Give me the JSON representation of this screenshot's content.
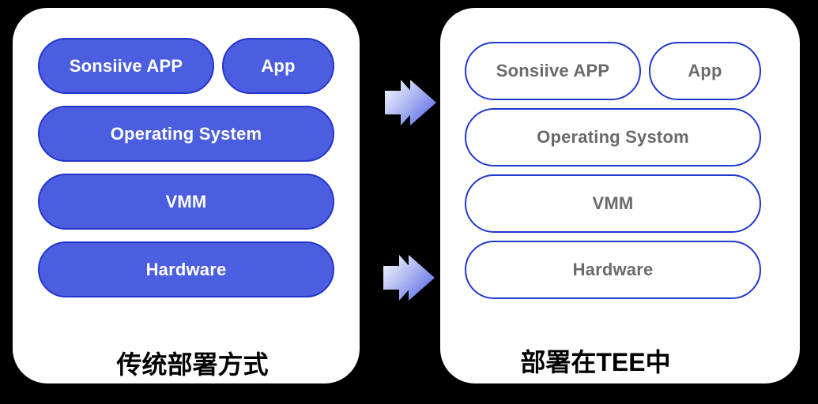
{
  "diagram": {
    "left_panel": {
      "caption": "传统部署方式",
      "style": "solid-blue-pills",
      "layers": [
        "Sonsiive APP",
        "App",
        "Operating System",
        "VMM",
        "Hardware"
      ]
    },
    "right_panel": {
      "caption": "部署在TEE中",
      "style": "white-outline-pills",
      "layers": [
        "Sonsiive APP",
        "App",
        "Operating Systom",
        "VMM",
        "Hardware"
      ]
    },
    "arrows": [
      {
        "icon": "double-right-arrow-icon",
        "position": "top"
      },
      {
        "icon": "double-right-arrow-icon",
        "position": "bottom"
      }
    ],
    "colors": {
      "background": "#000000",
      "card": "#ffffff",
      "solid_pill_fill": "#4c5ee0",
      "solid_pill_border": "#2434cc",
      "solid_pill_text": "#ffffff",
      "outline_pill_fill": "#ffffff",
      "outline_pill_border": "#2038d0",
      "outline_pill_text": "#6a6a6a",
      "caption_text": "#000000",
      "arrow_gradient_start": "#ffffff",
      "arrow_gradient_mid": "#aab4f0",
      "arrow_gradient_end": "#4d5de6"
    }
  }
}
